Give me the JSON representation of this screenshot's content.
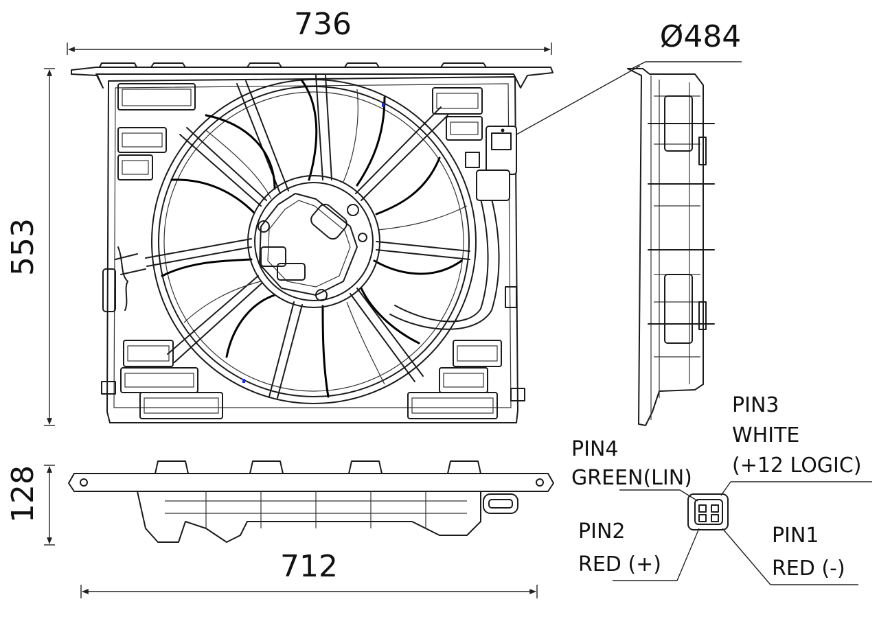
{
  "dimensions": {
    "width_top": "736",
    "diameter": "Ø484",
    "height": "553",
    "depth": "128",
    "width_bottom": "712"
  },
  "pins": {
    "pin3": {
      "name": "PIN3",
      "line1": "WHITE",
      "line2": "(+12 LOGIC)"
    },
    "pin4": {
      "name": "PIN4",
      "line1": "GREEN(LIN)"
    },
    "pin2": {
      "name": "PIN2",
      "line1": "RED (+)"
    },
    "pin1": {
      "name": "PIN1",
      "line1": "RED (-)"
    }
  },
  "colors": {
    "line": "#1a1a1a",
    "marker": "#1a2fd0"
  }
}
